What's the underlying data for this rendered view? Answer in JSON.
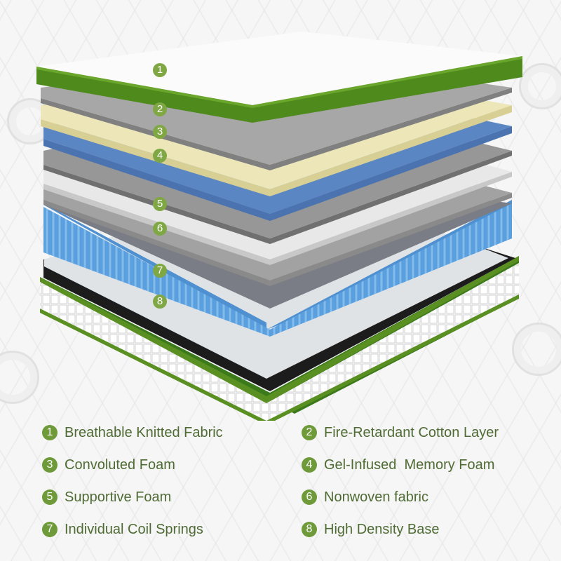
{
  "image": {
    "subject": "Mattress layer cross-section diagram",
    "colors": {
      "badge_green": "#7fa845",
      "legend_badge_green": "#6e9a3a",
      "legend_text": "#4f6b34",
      "cover_border_green": "#5a8f22",
      "gray_layer": "#9a9a9a",
      "convoluted_foam": "#ece6b8",
      "gel_foam_blue": "#5b86c4",
      "coil_blue": "#6aaee6",
      "base_white": "#f2f2f2"
    }
  },
  "diagram_badges": [
    {
      "num": "1",
      "layer": "top cover"
    },
    {
      "num": "2",
      "layer": "gray sheet"
    },
    {
      "num": "3",
      "layer": "yellow convoluted foam"
    },
    {
      "num": "4",
      "layer": "blue gel foam"
    },
    {
      "num": "5",
      "layer": "light gray foam"
    },
    {
      "num": "6",
      "layer": "gray fabric"
    },
    {
      "num": "7",
      "layer": "coil springs"
    },
    {
      "num": "8",
      "layer": "base"
    }
  ],
  "legend": {
    "items": [
      {
        "num": "1",
        "label": "Breathable Knitted Fabric"
      },
      {
        "num": "2",
        "label": "Fire-Retardant Cotton Layer"
      },
      {
        "num": "3",
        "label": "Convoluted Foam"
      },
      {
        "num": "4",
        "label": "Gel-Infused  Memory Foam"
      },
      {
        "num": "5",
        "label": "Supportive Foam"
      },
      {
        "num": "6",
        "label": "Nonwoven fabric"
      },
      {
        "num": "7",
        "label": "Individual Coil Springs"
      },
      {
        "num": "8",
        "label": "High Density Base"
      }
    ]
  }
}
